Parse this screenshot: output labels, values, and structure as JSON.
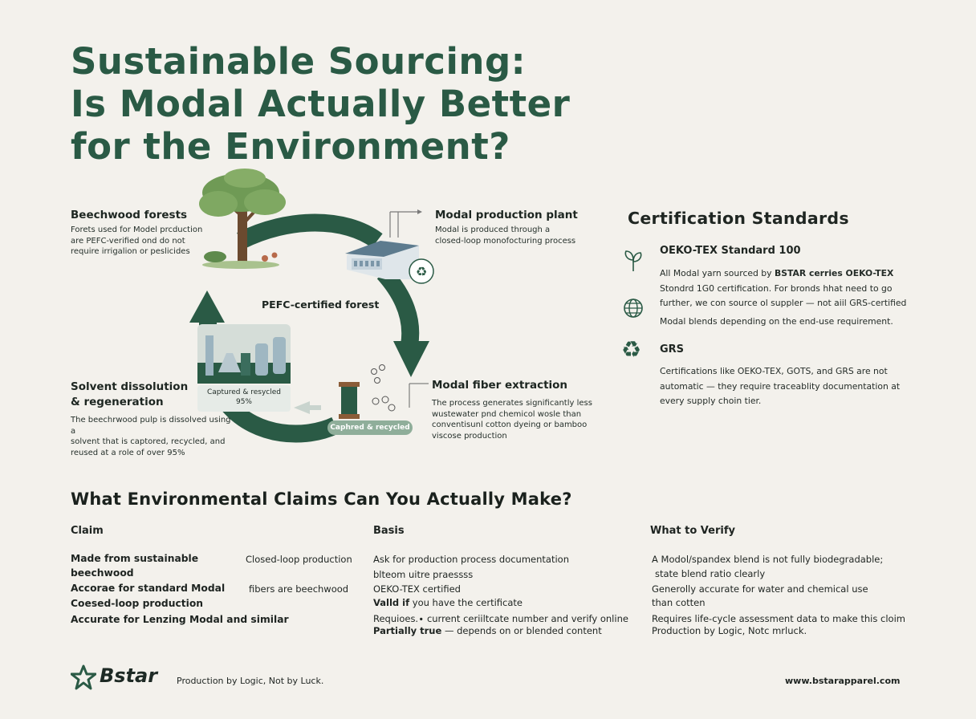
{
  "title": {
    "line1": "Sustainable Sourcing:",
    "line2": "Is Modal Actually Better",
    "line3": "for the Environment?"
  },
  "diagram": {
    "center_label": "PEFC-certified forest",
    "stage_beechwood": {
      "title": "Beechwood forests",
      "lines": [
        "Forets used for Model prcduction",
        "are PEFC-verified ond do not",
        "require irrigalion or peslicides"
      ]
    },
    "stage_plant": {
      "title": "Modal production plant",
      "lines": [
        "Modal is produced through a",
        "closed-loop monofocturing process"
      ]
    },
    "stage_fiber": {
      "title": "Modal fiber extraction",
      "lines": [
        "The process generates significantly less",
        "wustewater pnd chemicol wosle than",
        "conventisunl cotton dyeing or bamboo",
        "viscose production"
      ]
    },
    "stage_solvent": {
      "title_line1": "Solvent dissolution",
      "title_line2": "& regeneration",
      "lines": [
        "The beechrwood pulp is dissolved using a",
        "solvent that is captored, recycled, and",
        "reused at a role of over 95%"
      ]
    },
    "lab_badge": {
      "line1": "Captured & resycled",
      "line2": "95%"
    },
    "spool_badge": "Caphred & recycled"
  },
  "certification": {
    "heading": "Certification Standards",
    "items": [
      {
        "name": "OEKO-TEX Standard 100",
        "icon": "sprout-icon"
      },
      {
        "name": "GRS",
        "icon": "recycle-icon"
      }
    ],
    "oeko_paragraph": {
      "l1_a": "All Modal yarn sourced by ",
      "l1_b": "BSTAR cerries OEKO-TEX",
      "l2": "Stondrd 1G0 certification. For bronds hhat need to go",
      "l3": "further, we con source ol suppler — not aiil GRS-certified",
      "l4": "Modal blends depending on the end-use requirement."
    },
    "grs_paragraph": {
      "l1": "Certifications like OEKO-TEX, GOTS, and GRS are not",
      "l2": "automatic — they require traceablity documentation at",
      "l3": "every supply choin tier."
    },
    "globe_icon": "globe-icon"
  },
  "claims": {
    "heading": "What Environmental Claims Can You Actually Make?",
    "col_claim": "Claim",
    "col_basis": "Basis",
    "col_verify": "What to Verify",
    "claim_col": {
      "r1a": "Made from sustainable",
      "r1b": "beechwood",
      "r2": "Accorae for standard Modal",
      "r3": "Coesed-loop production",
      "r4": "Accurate for Lenzing Modal and similar"
    },
    "mid_col": {
      "r1": "Closed-loop production",
      "r2": "fibers are beechwood"
    },
    "basis_col": {
      "r1": "Ask for production process documentation",
      "r2": "blteom uitre praessss",
      "r3": "OEKO-TEX certified",
      "r4_b": "Valld if",
      "r4_r": " you have the certificate",
      "r5": "Requioes.∙ current ceriiltcate number and verify online",
      "r6_b": "Partially true",
      "r6_r": " — depends on or blended content"
    },
    "verify_col": {
      "r1": "A Modol/spandex blend is not fully biodegradable;",
      "r2": "state blend ratio clearly",
      "r3": "Generolly accurate for water and chemical use",
      "r4": "than cotten",
      "r5": "Requires life-cycle assessment data to make this cloim",
      "r6": "Production by Logic, Notc mrluck."
    }
  },
  "footer": {
    "brand": "Bstar",
    "tagline": "Production by Logic, Not by Luck.",
    "url": "www.bstarapparel.com"
  },
  "colors": {
    "primary_green": "#2a5a45",
    "background": "#f3f1ec"
  }
}
